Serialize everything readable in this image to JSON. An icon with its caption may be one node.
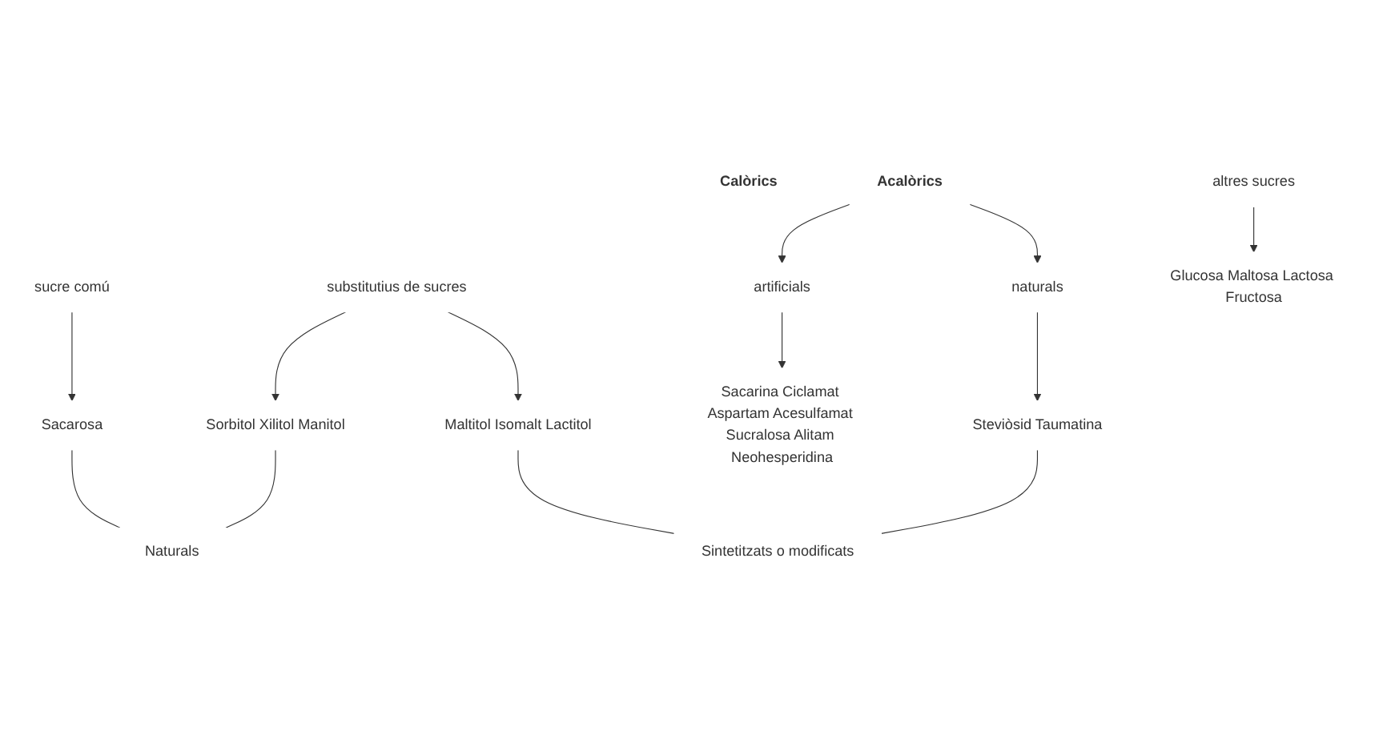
{
  "diagram": {
    "nodes": [
      {
        "text": [
          "Calòrics"
        ]
      },
      {
        "text": [
          "Acalòrics"
        ]
      },
      {
        "text": [
          "sucre comú"
        ]
      },
      {
        "text": [
          "altres sucres"
        ]
      },
      {
        "text": [
          "substitutius de sucres"
        ]
      },
      {
        "text": [
          "artificials"
        ]
      },
      {
        "text": [
          "naturals"
        ]
      },
      {
        "text": [
          "Sacarosa"
        ]
      },
      {
        "text": [
          "Glucosa Maltosa Lactosa Fructosa"
        ]
      },
      {
        "text": [
          "Sorbitol Xilitol Manitol"
        ]
      },
      {
        "text": [
          "Maltitol Isomalt Lactitol"
        ]
      },
      {
        "text": [
          "Sacarina Ciclamat Aspartam Acesulfamat Sucralosa Alitam Neohesperidina"
        ]
      },
      {
        "text": [
          "Steviòsid Taumatina"
        ]
      },
      {
        "text": [
          "Naturals"
        ]
      },
      {
        "text": [
          "Sintetitzats o modificats"
        ]
      }
    ],
    "edges": [
      {
        "from": 1,
        "to": 5,
        "arrow": "to"
      },
      {
        "from": 1,
        "to": 6,
        "arrow": "to"
      },
      {
        "from": 2,
        "to": 7,
        "arrow": "to"
      },
      {
        "from": 3,
        "to": 8,
        "arrow": "to"
      },
      {
        "from": 4,
        "to": 9,
        "arrow": "to"
      },
      {
        "from": 4,
        "to": 10,
        "arrow": "to"
      },
      {
        "from": 5,
        "to": 11,
        "arrow": "to"
      },
      {
        "from": 6,
        "to": 12,
        "arrow": "to"
      },
      {
        "from": 7,
        "to": 13,
        "arrow": "none"
      },
      {
        "from": 9,
        "to": 13,
        "arrow": "none"
      },
      {
        "from": 10,
        "to": 14,
        "arrow": "none"
      },
      {
        "from": 12,
        "to": 14,
        "arrow": "none"
      }
    ]
  }
}
